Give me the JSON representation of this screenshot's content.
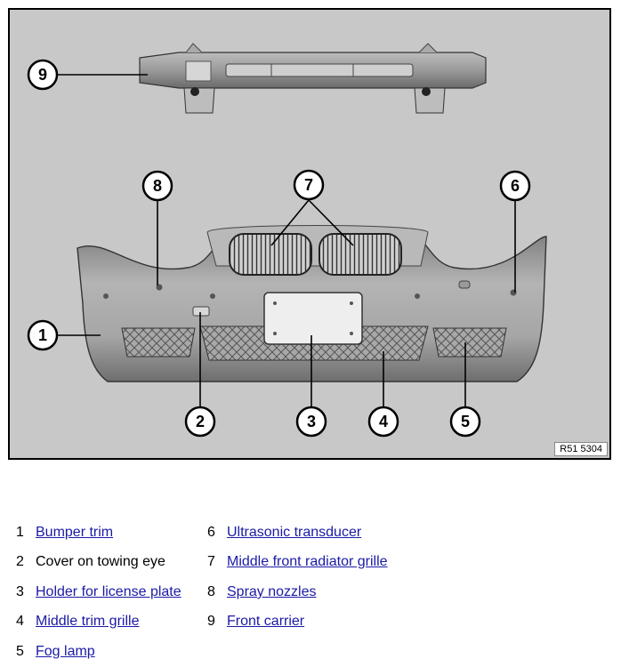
{
  "figure": {
    "reference_code": "R51 5304",
    "callouts": [
      "1",
      "2",
      "3",
      "4",
      "5",
      "6",
      "7",
      "8",
      "9"
    ]
  },
  "legend": [
    {
      "num": "1",
      "label": "Bumper trim",
      "link": true
    },
    {
      "num": "2",
      "label": "Cover on towing eye",
      "link": false
    },
    {
      "num": "3",
      "label": "Holder for license plate",
      "link": true
    },
    {
      "num": "4",
      "label": "Middle trim grille",
      "link": true
    },
    {
      "num": "5",
      "label": "Fog lamp",
      "link": true
    },
    {
      "num": "6",
      "label": "Ultrasonic transducer",
      "link": true
    },
    {
      "num": "7",
      "label": "Middle front radiator grille",
      "link": true
    },
    {
      "num": "8",
      "label": "Spray nozzles",
      "link": true
    },
    {
      "num": "9",
      "label": "Front carrier",
      "link": true
    }
  ]
}
